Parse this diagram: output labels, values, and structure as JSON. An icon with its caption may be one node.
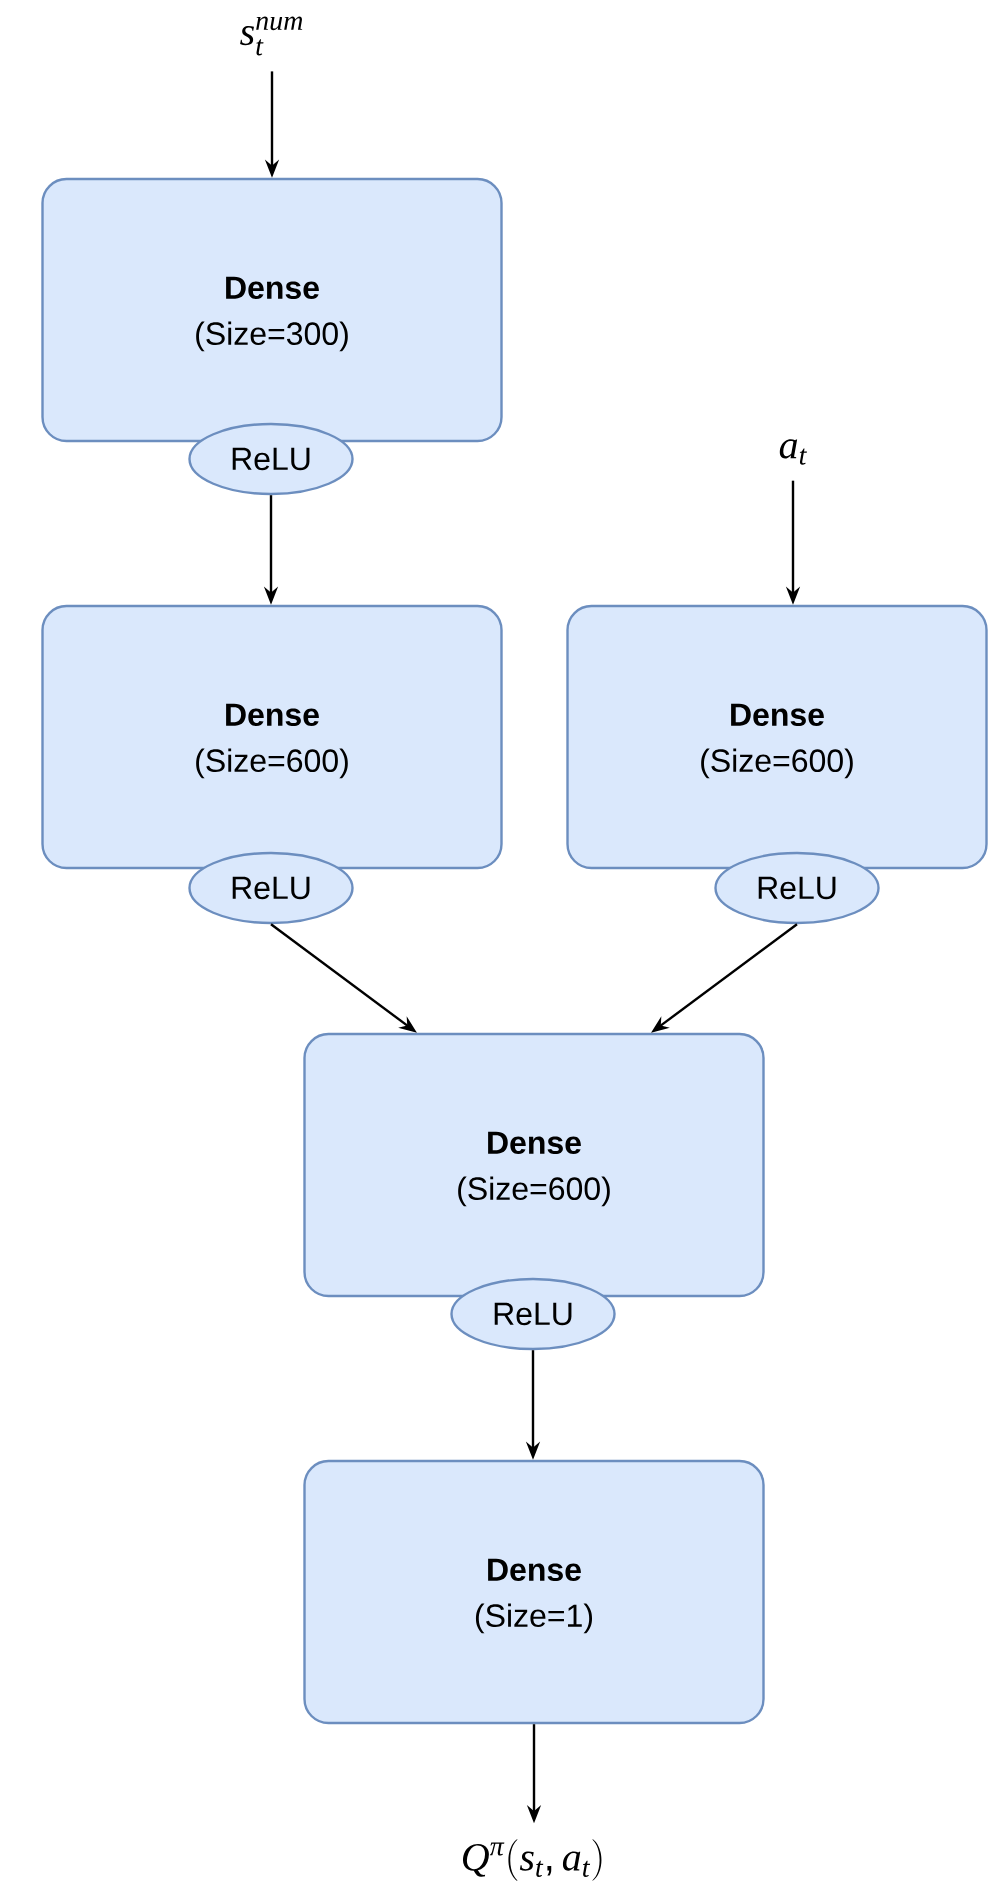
{
  "diagram": {
    "nodes": [
      {
        "text": [
          "s_t^{num}"
        ]
      },
      {
        "text": [
          "Dense",
          "(Size=300)"
        ]
      },
      {
        "text": [
          "ReLU"
        ]
      },
      {
        "text": [
          "a_t"
        ]
      },
      {
        "text": [
          "Dense",
          "(Size=600)"
        ]
      },
      {
        "text": [
          "ReLU"
        ]
      },
      {
        "text": [
          "Dense",
          "(Size=600)"
        ]
      },
      {
        "text": [
          "ReLU"
        ]
      },
      {
        "text": [
          "Dense",
          "(Size=600)"
        ]
      },
      {
        "text": [
          "ReLU"
        ]
      },
      {
        "text": [
          "Dense",
          "(Size=1)"
        ]
      },
      {
        "text": [
          "Q^{π}(s_t, a_t)"
        ]
      }
    ],
    "edges": [
      {
        "from": 0,
        "to": 1,
        "arrow": "to"
      },
      {
        "from": 2,
        "to": 4,
        "arrow": "to"
      },
      {
        "from": 3,
        "to": 6,
        "arrow": "to"
      },
      {
        "from": 5,
        "to": 8,
        "arrow": "to"
      },
      {
        "from": 7,
        "to": 8,
        "arrow": "to"
      },
      {
        "from": 9,
        "to": 10,
        "arrow": "to"
      },
      {
        "from": 10,
        "to": 11,
        "arrow": "to"
      }
    ]
  }
}
